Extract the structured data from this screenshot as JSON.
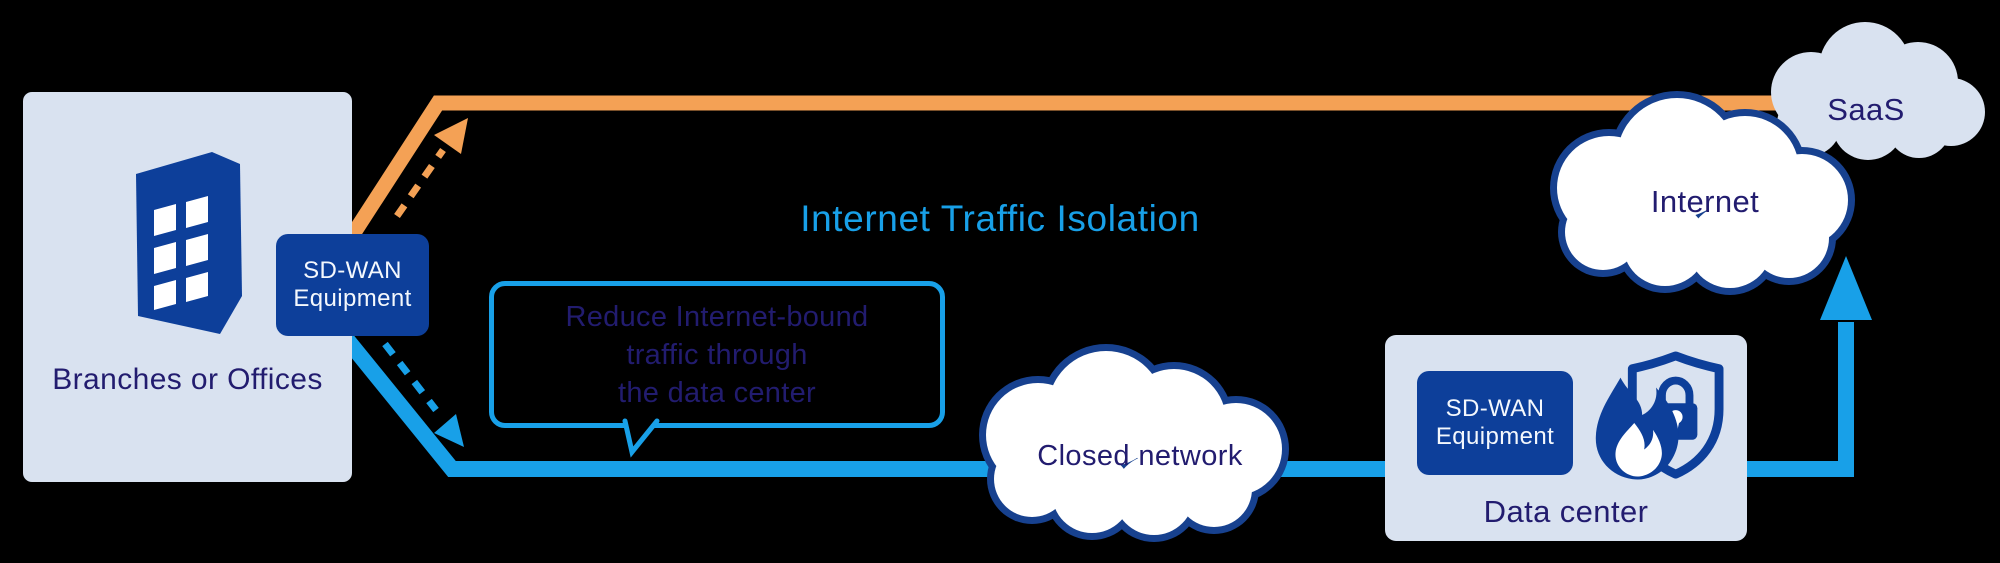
{
  "title": "Internet Traffic Isolation",
  "branches": {
    "label": "Branches or Offices"
  },
  "sdwan": {
    "line1": "SD-WAN",
    "line2": "Equipment"
  },
  "bubble": {
    "line1": "Reduce Internet-bound",
    "line2": "traffic through",
    "line3": "the data center"
  },
  "closed_network": {
    "label": "Closed network"
  },
  "data_center": {
    "label": "Data center"
  },
  "internet": {
    "label": "Internet"
  },
  "saas": {
    "label": "SaaS"
  },
  "colors": {
    "accent_orange": "#F4A155",
    "accent_blue": "#18A0E8",
    "dark_blue": "#0D3F9A",
    "navy_text": "#221C6F",
    "panel": "#D9E2F0",
    "cloud_border": "#17418F"
  }
}
